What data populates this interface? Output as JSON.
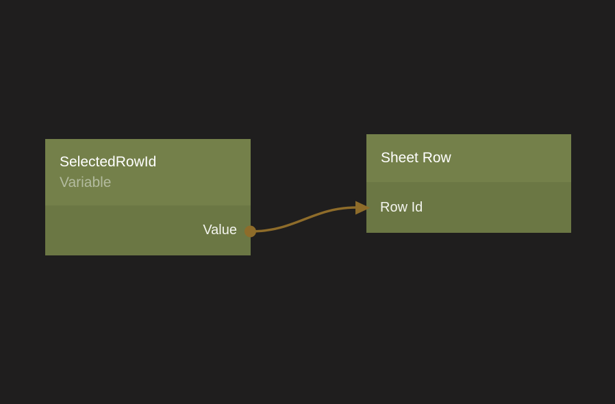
{
  "canvas": {
    "name": "node-graph-canvas"
  },
  "colors": {
    "canvas_bg": "#1f1e1e",
    "node_header": "#74804a",
    "node_body": "#6b7744",
    "title_text": "#ffffff",
    "subtitle_text": "#b3bb9f",
    "port_text": "#f3f4ee",
    "connection": "#8e6c2a"
  },
  "nodes": [
    {
      "title": "SelectedRowId",
      "subtitle": "Variable",
      "inputs": [],
      "outputs": [
        {
          "label": "Value"
        }
      ]
    },
    {
      "title": "Sheet Row",
      "subtitle": "",
      "inputs": [
        {
          "label": "Row Id"
        }
      ],
      "outputs": []
    }
  ],
  "connections": [
    {
      "from_node": "SelectedRowId",
      "from_port": "Value",
      "to_node": "Sheet Row",
      "to_port": "Row Id"
    }
  ]
}
